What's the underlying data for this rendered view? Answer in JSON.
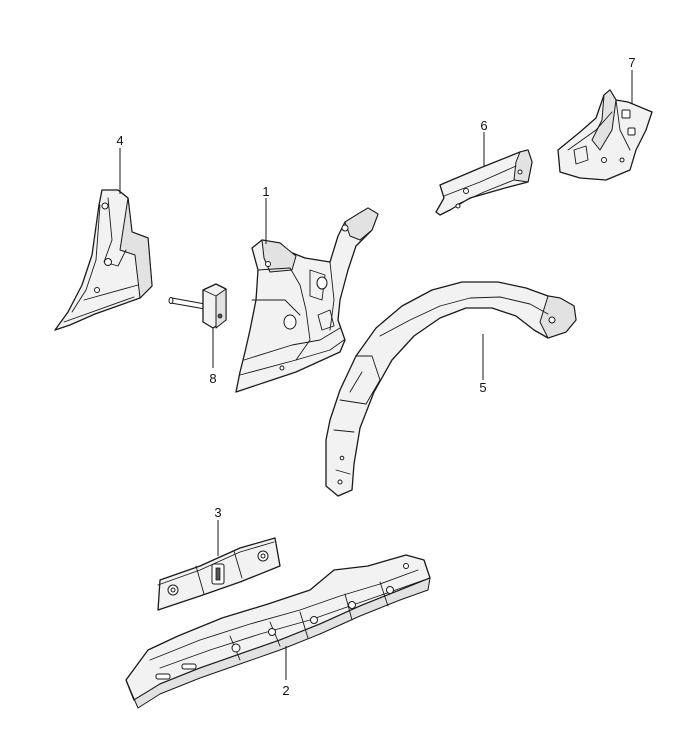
{
  "callouts": [
    {
      "id": "1",
      "label": "1"
    },
    {
      "id": "2",
      "label": "2"
    },
    {
      "id": "3",
      "label": "3"
    },
    {
      "id": "4",
      "label": "4"
    },
    {
      "id": "5",
      "label": "5"
    },
    {
      "id": "6",
      "label": "6"
    },
    {
      "id": "7",
      "label": "7"
    },
    {
      "id": "8",
      "label": "8"
    }
  ],
  "colors": {
    "line": "#1a1a1a",
    "fill": "#f2f2f2",
    "background": "#ffffff"
  }
}
